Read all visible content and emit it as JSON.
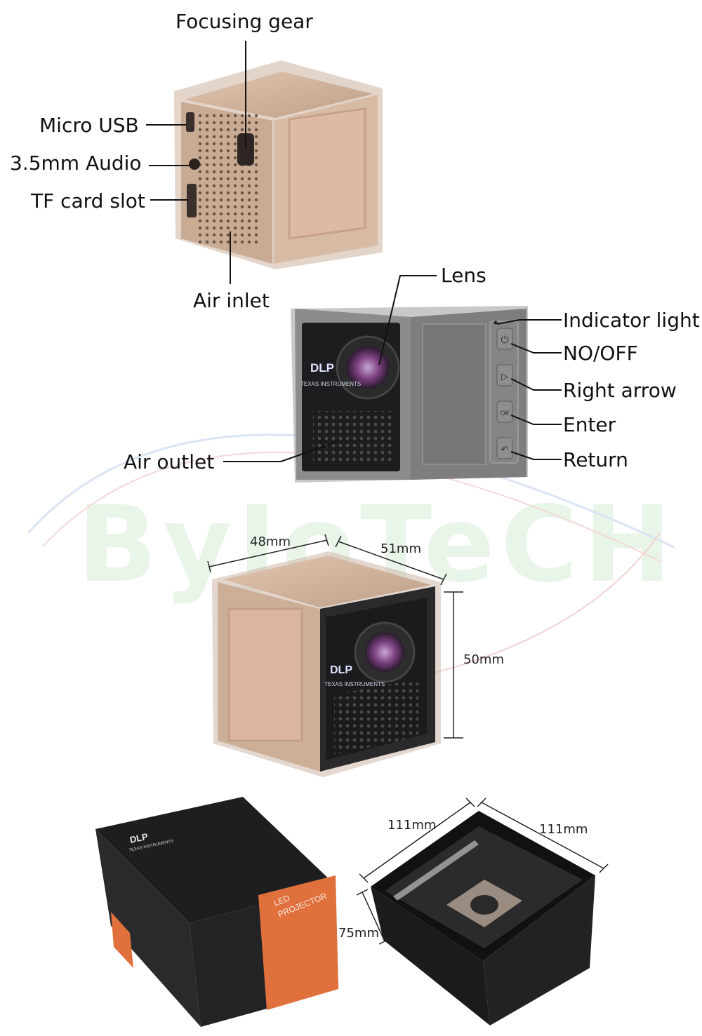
{
  "watermark": "ByJoTeCH",
  "callouts": {
    "focusing_gear": "Focusing gear",
    "micro_usb": "Micro USB",
    "audio": "3.5mm Audio",
    "tf_slot": "TF card slot",
    "air_inlet": "Air inlet",
    "lens": "Lens",
    "indicator": "Indicator light",
    "onoff": "NO/OFF",
    "right_arrow": "Right arrow",
    "enter": "Enter",
    "return": "Return",
    "air_outlet": "Air outlet"
  },
  "dimensions": {
    "cube_width": "48mm",
    "cube_depth": "51mm",
    "cube_height": "50mm",
    "box_width": "111mm",
    "box_depth": "111mm",
    "box_height": "75mm"
  },
  "branding": {
    "dlp": "DLP",
    "ti": "TEXAS INSTRUMENTS",
    "box_label_1": "LED",
    "box_label_2": "PROJECTOR"
  },
  "colors": {
    "gold": "#cfae95",
    "gold_dark": "#b8977e",
    "gray": "#8a8a8a",
    "gray_dark": "#6e6e6e",
    "black": "#1d1d1f",
    "orange": "#e0703c",
    "lens_purple": "#7a3f7e"
  }
}
